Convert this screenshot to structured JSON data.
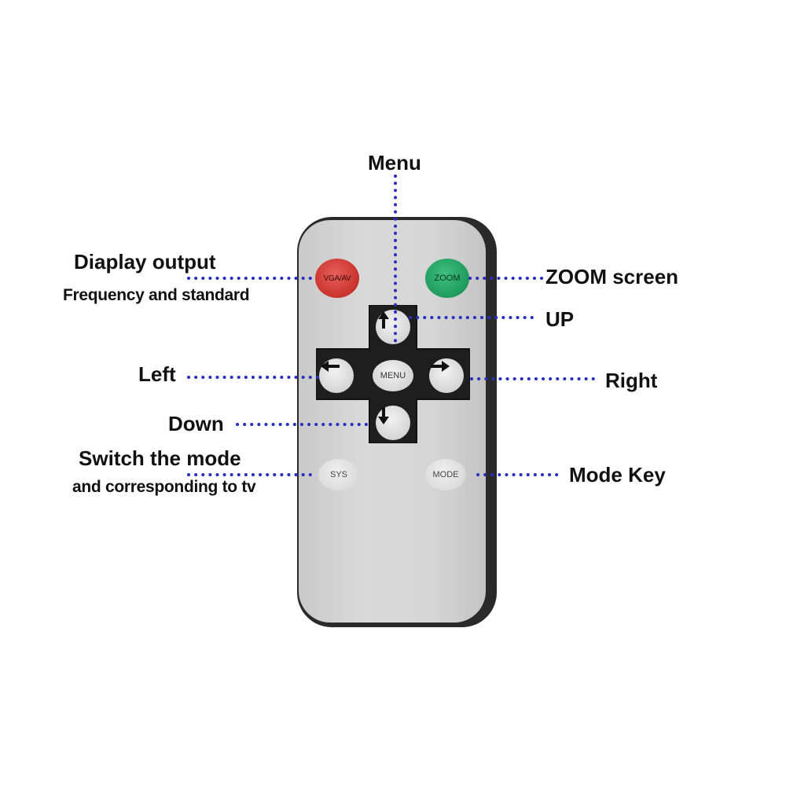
{
  "remote": {
    "buttons": {
      "vga_av": "VGA/AV",
      "zoom": "ZOOM",
      "menu": "MENU",
      "sys": "SYS",
      "mode": "MODE"
    },
    "colors": {
      "vga_av": "#c8322c",
      "zoom": "#1e9a5c",
      "dpad": "#1e1e1e"
    }
  },
  "labels": {
    "menu": "Menu",
    "display_output": "Diaplay output",
    "display_output_sub": "Frequency and standard",
    "zoom_screen": "ZOOM screen",
    "up": "UP",
    "left": "Left",
    "right": "Right",
    "down": "Down",
    "switch_mode": "Switch the mode",
    "switch_mode_sub": "and corresponding to tv",
    "mode_key": "Mode Key"
  },
  "leader_color": "#2b2fbf"
}
